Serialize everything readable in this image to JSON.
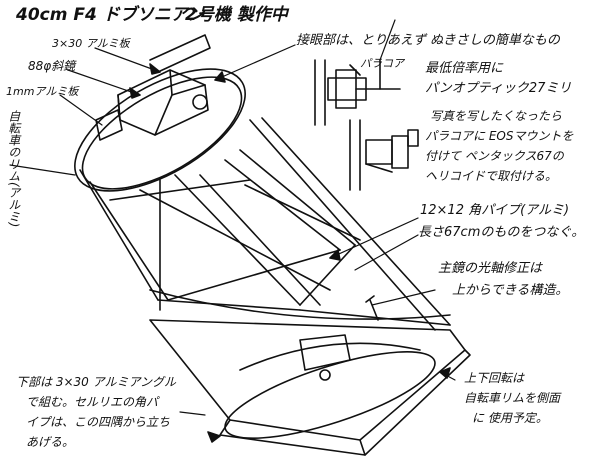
{
  "title": {
    "main": "40cm F4 ドブソニアン",
    "sub": "2号機 製作中"
  },
  "labels": {
    "alum_plate_3x30": "3×30 アルミ板",
    "secondary_mirror_88": "88φ斜鏡",
    "alum_plate_1mm": "1mmアルミ板",
    "bicycle_rim_vertical": "自転車のリム(アルミ)",
    "eyepiece_note": "接眼部は、とりあえず ぬきさしの簡単なもの",
    "paracorr": "パラコア",
    "max_mag_line1": "最低倍率用に",
    "max_mag_line2": "パンオプティック27ミリ",
    "photo_line1": "写真を写したくなったら",
    "photo_line2": "パラコアに EOSマウントを",
    "photo_line3": "付けて ペンタックス67の",
    "photo_line4": "ヘリコイドで取付ける。",
    "pipe_line1": "12×12 角パイプ(アルミ)",
    "pipe_line2": "長さ67cmのものをつなぐ。",
    "collimation_line1": "主鏡の光軸修正は",
    "collimation_line2": "上からできる構造。",
    "bottom_line1": "下部は 3×30 アルミアングル",
    "bottom_line2": "で組む。セルリエの角パ",
    "bottom_line3": "イプは、この四隅から立ち",
    "bottom_line4": "あげる。",
    "rotation_line1": "上下回転は",
    "rotation_line2": "自転車リムを側面",
    "rotation_line3": "に 使用予定。"
  },
  "colors": {
    "ink": "#111111",
    "paper": "#ffffff"
  }
}
